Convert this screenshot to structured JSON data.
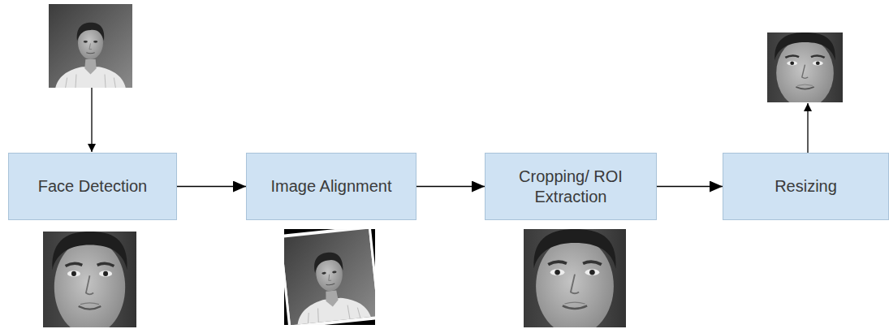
{
  "diagram": {
    "nodes": [
      {
        "text": [
          "Face Detection"
        ]
      },
      {
        "text": [
          "Image Alignment"
        ]
      },
      {
        "text": [
          "Cropping/ ROI Extraction"
        ]
      },
      {
        "text": [
          "Resizing"
        ]
      }
    ],
    "edges": [
      {
        "from": 0,
        "to": 1,
        "arrow": "to"
      },
      {
        "from": 1,
        "to": 2,
        "arrow": "to"
      },
      {
        "from": 2,
        "to": 3,
        "arrow": "to"
      }
    ]
  }
}
